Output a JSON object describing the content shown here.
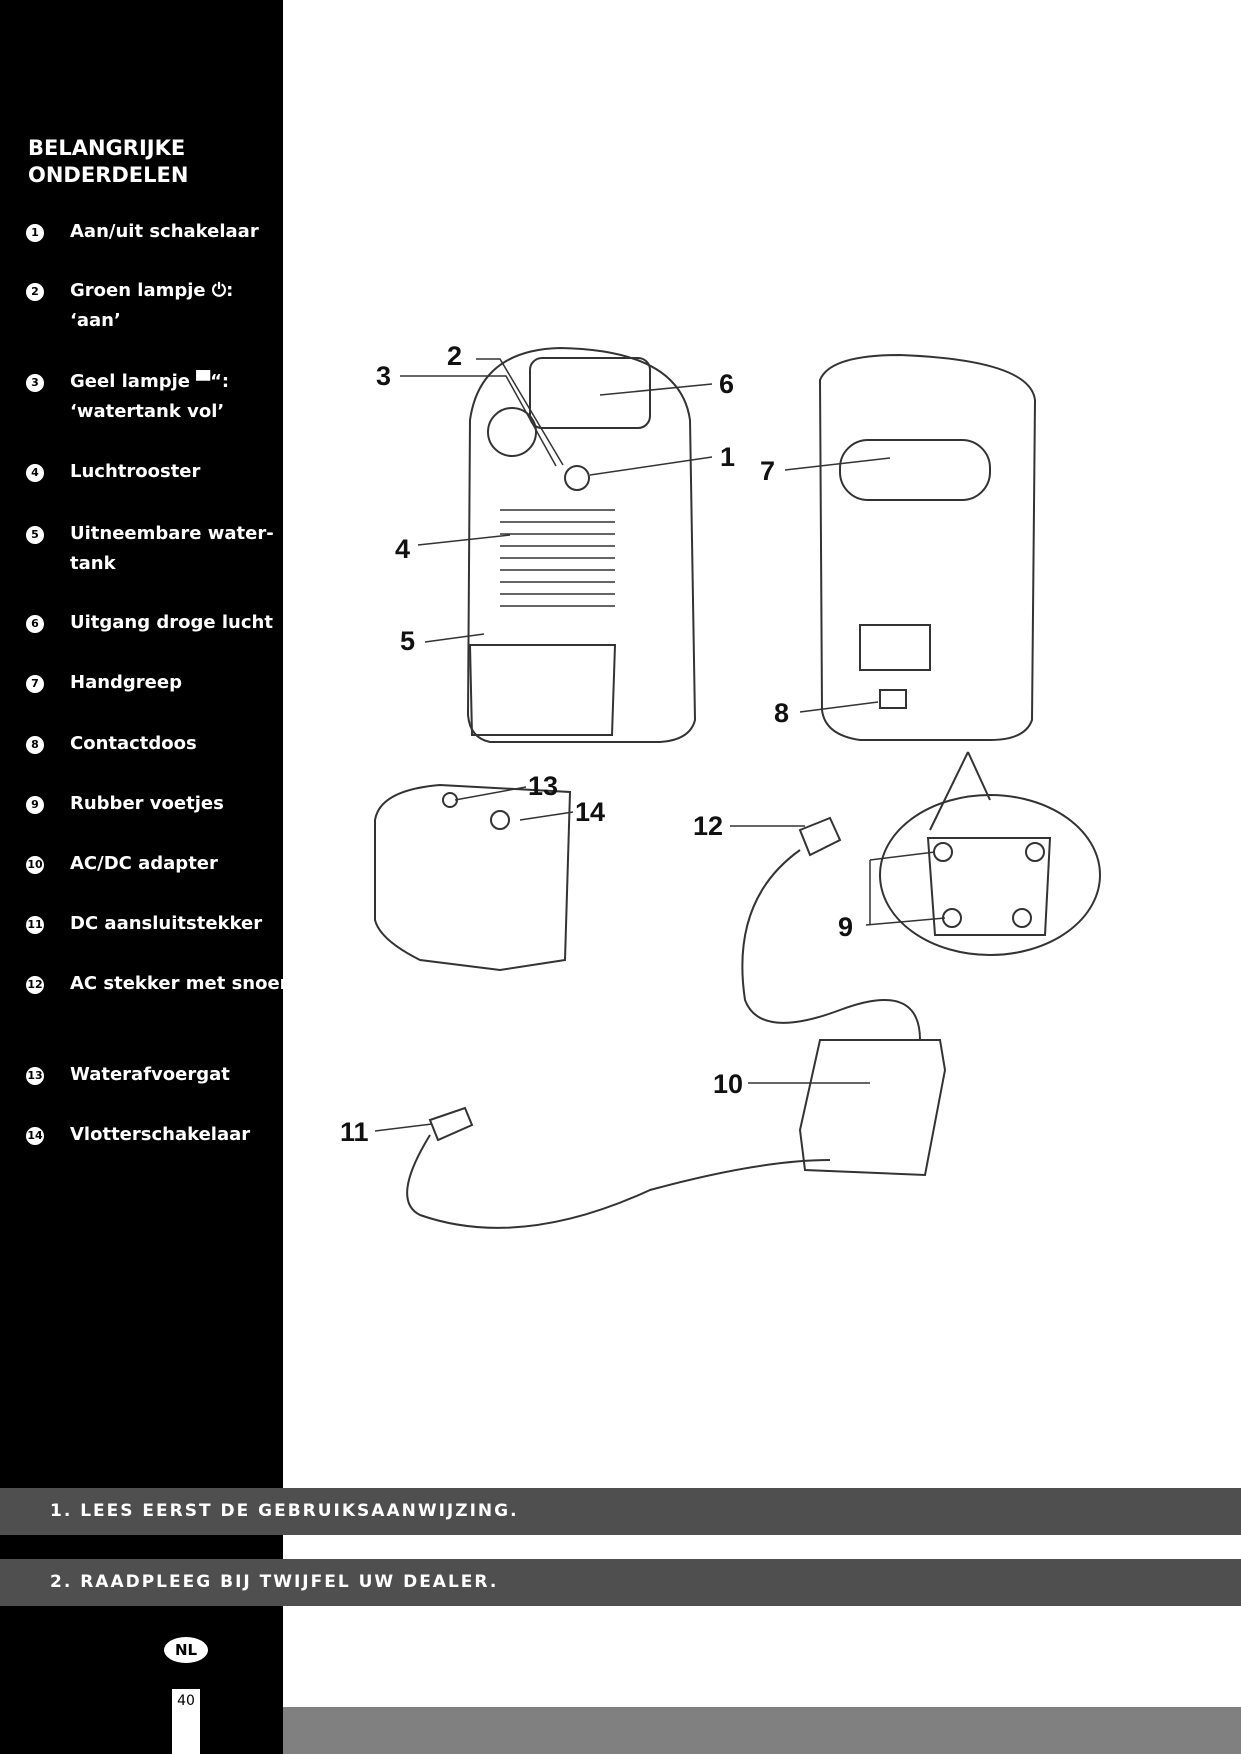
{
  "sidebar": {
    "heading": "BELANGRIJKE ONDERDELEN",
    "items": [
      {
        "num": "1",
        "label": "Aan/uit schakelaar"
      },
      {
        "num": "2",
        "label": "Groen lampje ⏻: ‘aan’"
      },
      {
        "num": "3",
        "label": "Geel lampje ▀“: ‘watertank vol’"
      },
      {
        "num": "4",
        "label": "Luchtrooster"
      },
      {
        "num": "5",
        "label": "Uitneembare water-tank"
      },
      {
        "num": "6",
        "label": "Uitgang droge lucht"
      },
      {
        "num": "7",
        "label": "Handgreep"
      },
      {
        "num": "8",
        "label": "Contactdoos"
      },
      {
        "num": "9",
        "label": "Rubber voetjes"
      },
      {
        "num": "10",
        "label": "AC/DC adapter"
      },
      {
        "num": "11",
        "label": "DC aansluitstekker"
      },
      {
        "num": "12",
        "label": "AC stekker met snoer"
      },
      {
        "num": "13",
        "label": "Waterafvoergat"
      },
      {
        "num": "14",
        "label": "Vlotterschakelaar"
      }
    ]
  },
  "figure": {
    "callouts": [
      "1",
      "2",
      "3",
      "4",
      "5",
      "6",
      "7",
      "8",
      "9",
      "10",
      "11",
      "12",
      "13",
      "14"
    ]
  },
  "notices": [
    "1. LEES EERST DE GEBRUIKSAANWIJZING.",
    "2. RAADPLEEG BIJ TWIJFEL UW DEALER."
  ],
  "footer": {
    "language": "NL",
    "page_number": "40"
  }
}
